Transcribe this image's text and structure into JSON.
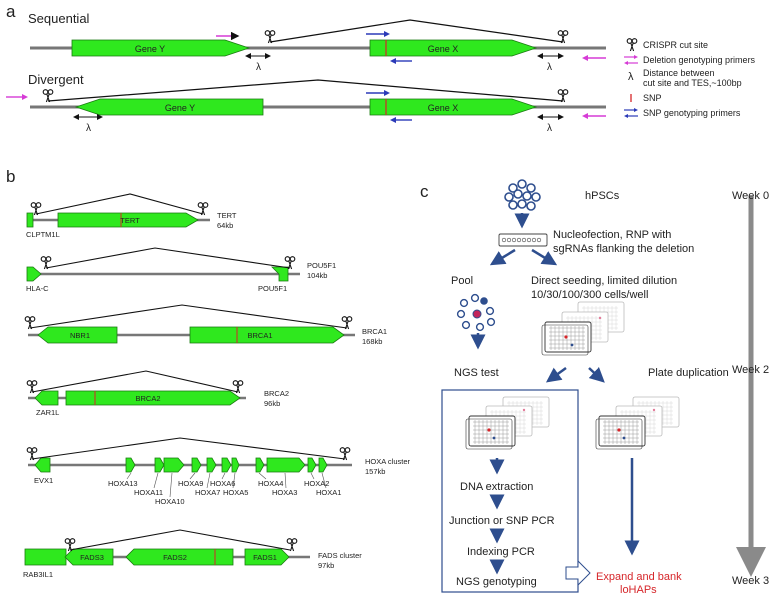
{
  "panel_a": {
    "letter": "a",
    "sequential_title": "Sequential",
    "divergent_title": "Divergent",
    "gene_y": "Gene Y",
    "gene_x": "Gene X",
    "lambda": "λ",
    "legend": {
      "crispr": "CRISPR cut site",
      "deletion_primers": "Deletion genotyping primers",
      "lambda_desc_1": "Distance between",
      "lambda_desc_2": "cut site and TES,~100bp",
      "snp": "SNP",
      "snp_primers": "SNP genotyping primers"
    },
    "colors": {
      "gene": "#2fe81e",
      "snp": "#d6262a",
      "deletion_primer": "#d63bd6",
      "snp_primer": "#2b3ab8"
    }
  },
  "panel_b": {
    "letter": "b",
    "tert": {
      "left_gene": "CLPTM1L",
      "gene": "TERT",
      "name": "TERT",
      "size": "64kb"
    },
    "pou5f1": {
      "left_gene": "HLA-C",
      "right_gene": "POU5F1",
      "name": "POU5F1",
      "size": "104kb"
    },
    "brca1": {
      "gene_a": "NBR1",
      "gene_b": "BRCA1",
      "name": "BRCA1",
      "size": "168kb"
    },
    "brca2": {
      "left_gene": "ZAR1L",
      "gene": "BRCA2",
      "name": "BRCA2",
      "size": "96kb"
    },
    "hoxa": {
      "name": "HOXA cluster",
      "size": "157kb",
      "genes": [
        "EVX1",
        "HOXA13",
        "HOXA11",
        "HOXA10",
        "HOXA9",
        "HOXA7",
        "HOXA6",
        "HOXA5",
        "HOXA4",
        "HOXA3",
        "HOXA2",
        "HOXA1"
      ]
    },
    "fads": {
      "left_gene": "RAB3IL1",
      "genes": [
        "FADS3",
        "FADS2",
        "FADS1"
      ],
      "name": "FADS cluster",
      "size": "97kb"
    }
  },
  "panel_c": {
    "letter": "c",
    "hpscs": "hPSCs",
    "nucleofection_1": "Nucleofection, RNP with",
    "nucleofection_2": "sgRNAs flanking the deletion",
    "pool": "Pool",
    "direct_1": "Direct seeding, limited dilution",
    "direct_2": "10/30/100/300 cells/well",
    "ngs_test": "NGS test",
    "plate_dup": "Plate duplication",
    "dna_extraction": "DNA extraction",
    "junction_pcr": "Junction or SNP PCR",
    "indexing_pcr": "Indexing  PCR",
    "ngs_genotyping": "NGS genotyping",
    "expand_1": "Expand and bank",
    "expand_2": "loHAPs",
    "week0": "Week 0",
    "week2": "Week 2",
    "week3": "Week 3",
    "colors": {
      "flow_arrow": "#2e4e8e",
      "timeline": "#8a8a8a",
      "result": "#d6262a"
    }
  }
}
